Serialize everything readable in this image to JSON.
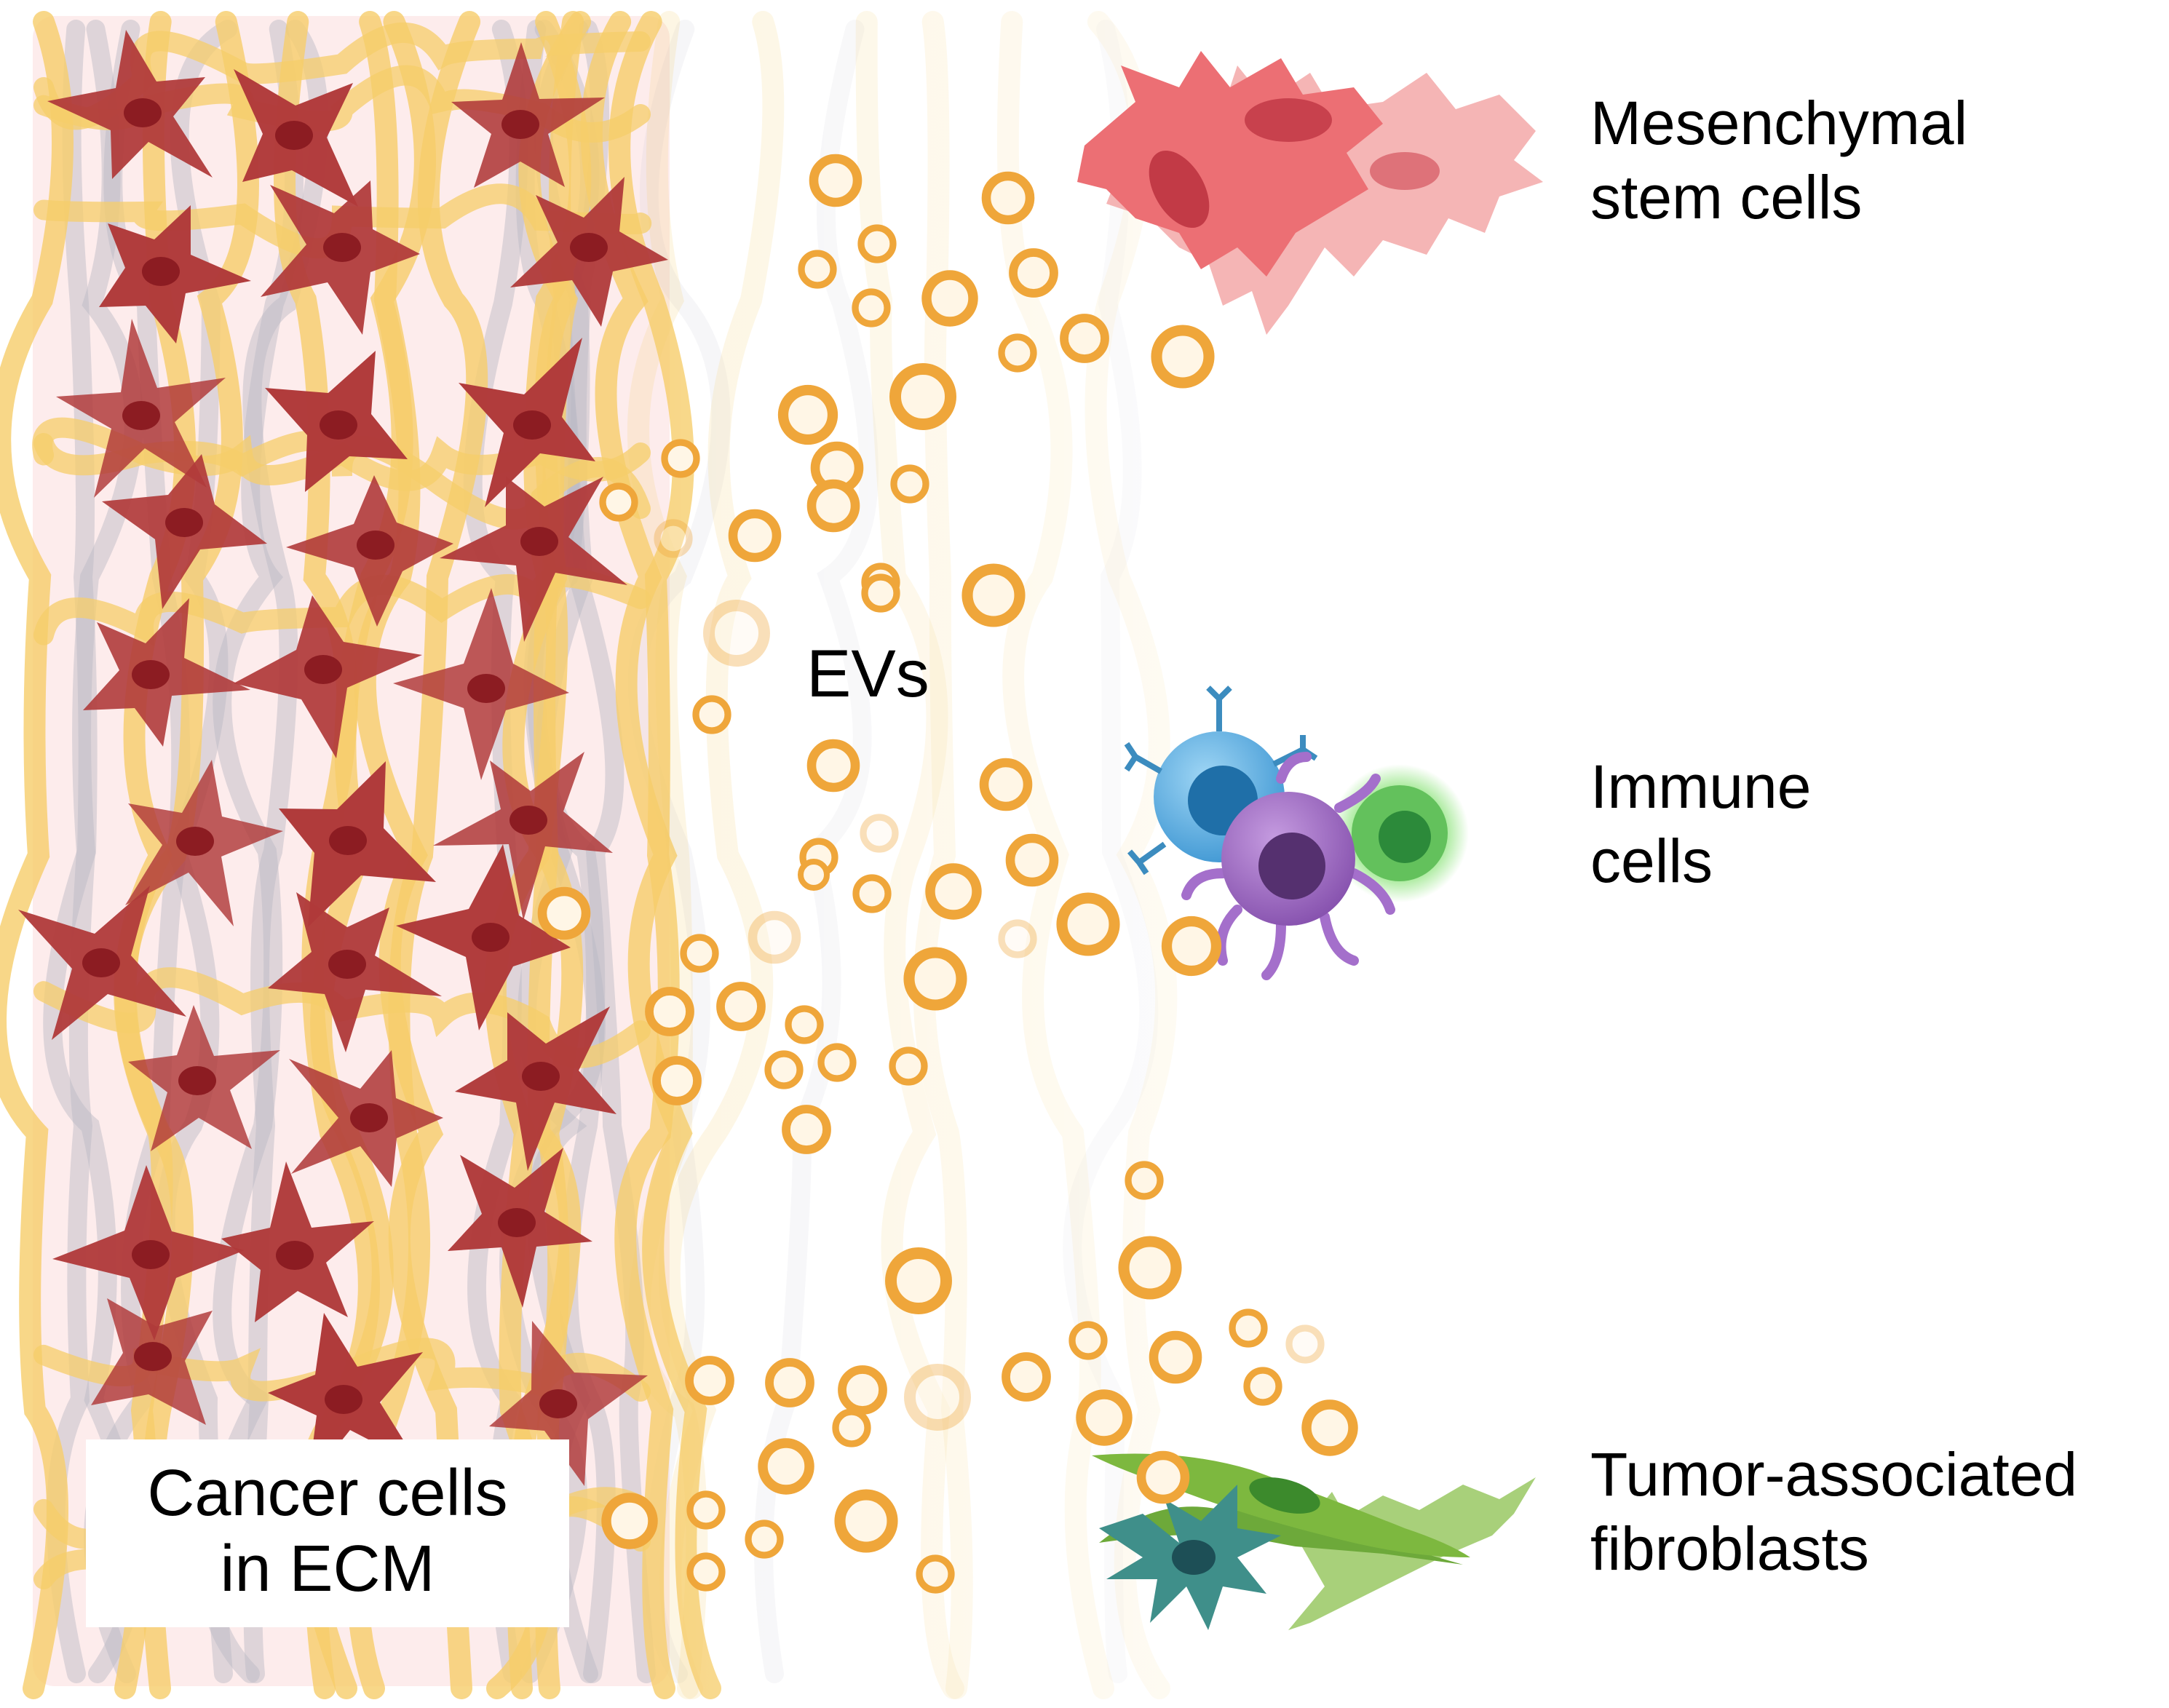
{
  "labels": {
    "mesenchymal": [
      "Mesenchymal",
      "stem cells"
    ],
    "immune": [
      "Immune",
      "cells"
    ],
    "fibroblasts": [
      "Tumor-associated",
      "fibroblasts"
    ],
    "evs": "EVs",
    "cancer": [
      "Cancer cells",
      "in ECM"
    ]
  },
  "colors": {
    "ecm_fiber": "#f6cd6a",
    "ecm_fiber_grey": "#b7b9c4",
    "cancer_cell": "#b03a3a",
    "cancer_nucleus": "#8c1c22",
    "panel_bg": "#fdecec",
    "ev_ring": "#efa63a",
    "ev_inner": "#fff6e6",
    "msc": "#ef7f82",
    "immune_blue": "#4fa8dd",
    "immune_purple": "#9a62bf",
    "immune_green": "#5cc35a",
    "fibro_green": "#7ab83a",
    "fibro_teal": "#3f8f8a"
  },
  "icons": [
    "ecm-fiber-network",
    "cancer-cell-icon",
    "extracellular-vesicle-icon",
    "mesenchymal-stem-cell-icon",
    "immune-cell-icon",
    "fibroblast-icon"
  ]
}
